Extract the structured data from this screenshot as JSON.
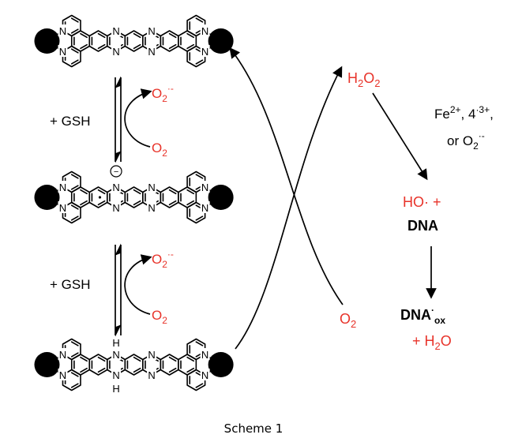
{
  "caption": "Scheme 1",
  "reagent_left_1": "+ GSH",
  "reagent_left_2": "+ GSH",
  "o2": "O",
  "o2_sub": "2",
  "superoxide_sup": "·-",
  "h2o2_h": "H",
  "h2o2_sub1": "2",
  "h2o2_o": "O",
  "h2o2_sub2": "2",
  "conditions": {
    "line1_fe": "Fe",
    "line1_fe_sup": "2+",
    "line1_mid": ", 4",
    "line1_4_sup": "·3+",
    "line1_end": ",",
    "line2": "or O",
    "line2_sub": "2",
    "line2_sup": "·-"
  },
  "hydroxyl": "HO· +",
  "dna": "DNA",
  "dna_ox": "DNA",
  "dna_ox_sup": "·",
  "dna_ox_sub": "ox",
  "plus_water": "+ H",
  "water_sub": "2",
  "water_o": "O",
  "atom_N": "N",
  "atom_H": "H",
  "charge_minus": "−",
  "colors": {
    "red": "#e8332a",
    "black": "#000000"
  }
}
